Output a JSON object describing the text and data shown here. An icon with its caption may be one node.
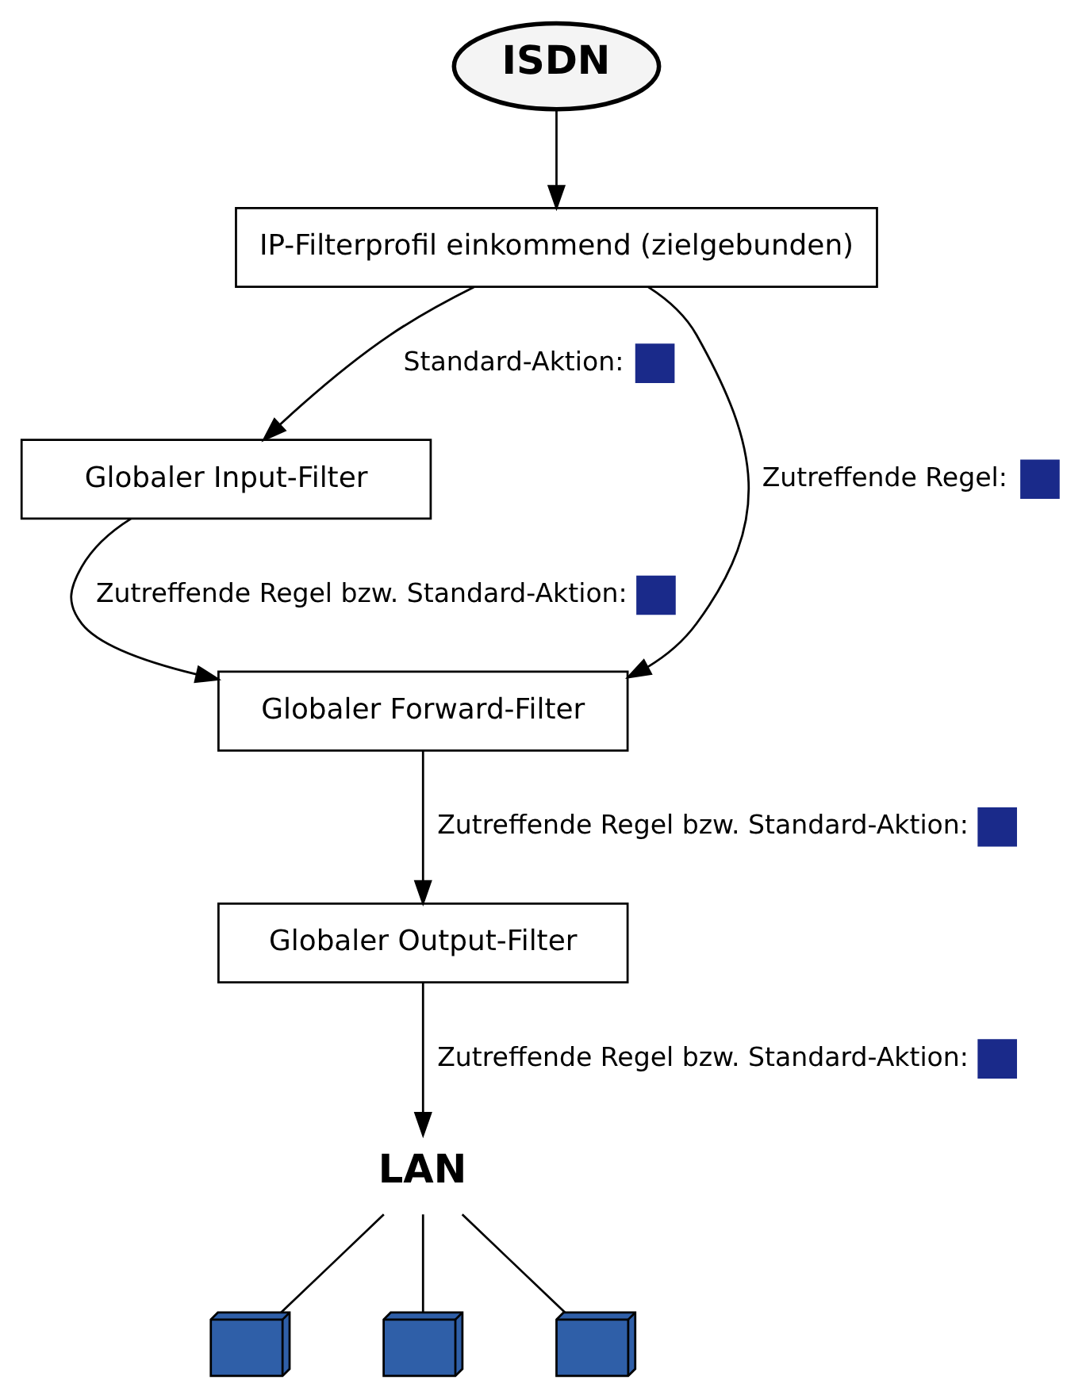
{
  "diagram": {
    "nodes": [
      {
        "text": [
          "ISDN"
        ]
      },
      {
        "text": [
          "IP-Filterprofil einkommend (zielgebunden)"
        ]
      },
      {
        "text": [
          "Globaler Input-Filter"
        ]
      },
      {
        "text": [
          "Globaler Forward-Filter"
        ]
      },
      {
        "text": [
          "Globaler Output-Filter"
        ]
      },
      {
        "text": [
          "LAN"
        ]
      },
      {
        "text": [],
        "shape": "computer"
      },
      {
        "text": [],
        "shape": "computer"
      },
      {
        "text": [],
        "shape": "computer"
      }
    ],
    "edges": [
      {
        "from": 0,
        "to": 1,
        "arrow": "to"
      },
      {
        "from": 1,
        "to": 2,
        "arrow": "to",
        "label": "Standard-Aktion:"
      },
      {
        "from": 2,
        "to": 3,
        "arrow": "to",
        "label": "Zutreffende Regel bzw. Standard-Aktion:"
      },
      {
        "from": 1,
        "to": 3,
        "arrow": "to",
        "label": "Zutreffende Regel:"
      },
      {
        "from": 3,
        "to": 4,
        "arrow": "to",
        "label": "Zutreffende Regel bzw. Standard-Aktion:"
      },
      {
        "from": 4,
        "to": 5,
        "arrow": "to",
        "label": "Zutreffende Regel bzw. Standard-Aktion:"
      },
      {
        "from": 5,
        "to": 6,
        "arrow": "none"
      },
      {
        "from": 5,
        "to": 7,
        "arrow": "none"
      },
      {
        "from": 5,
        "to": 8,
        "arrow": "none"
      }
    ]
  }
}
